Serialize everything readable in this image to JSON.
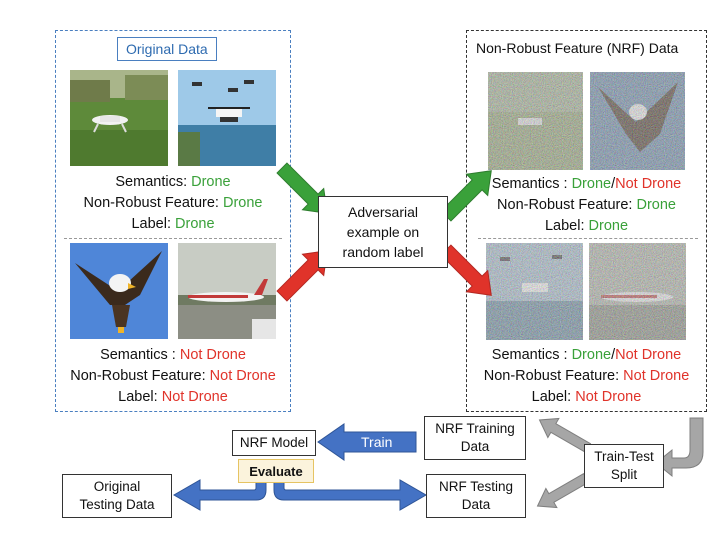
{
  "original": {
    "title": "Original Data",
    "top": {
      "semantics_label": "Semantics: ",
      "semantics_value": "Drone",
      "nrf_label": "Non-Robust Feature: ",
      "nrf_value": "Drone",
      "label_label": "Label: ",
      "label_value": "Drone"
    },
    "bottom": {
      "semantics_label": "Semantics : ",
      "semantics_value": "Not Drone",
      "nrf_label": "Non-Robust Feature: ",
      "nrf_value": "Not Drone",
      "label_label": "Label: ",
      "label_value": "Not Drone"
    }
  },
  "nrf": {
    "title": "Non-Robust Feature (NRF) Data",
    "top": {
      "semantics_label": "Semantics : ",
      "semantics_value_a": "Drone",
      "slash": "/",
      "semantics_value_b": "Not Drone",
      "nrf_label": "Non-Robust Feature: ",
      "nrf_value": "Drone",
      "label_label": "Label: ",
      "label_value": "Drone"
    },
    "bottom": {
      "semantics_label": "Semantics : ",
      "semantics_value_a": "Drone",
      "slash": "/",
      "semantics_value_b": "Not Drone",
      "nrf_label": "Non-Robust Feature: ",
      "nrf_value": "Not Drone",
      "label_label": "Label: ",
      "label_value": "Not Drone"
    }
  },
  "center_box": {
    "line1": "Adversarial",
    "line2": "example on",
    "line3": "random label"
  },
  "flow": {
    "nrf_model": "NRF Model",
    "train": "Train",
    "nrf_training_line1": "NRF Training",
    "nrf_training_line2": "Data",
    "train_test_line1": "Train-Test",
    "train_test_line2": "Split",
    "evaluate": "Evaluate",
    "original_testing_line1": "Original",
    "original_testing_line2": "Testing Data",
    "nrf_testing_line1": "NRF Testing",
    "nrf_testing_line2": "Data"
  },
  "colors": {
    "green": "#3aa13a",
    "red": "#e0332a",
    "blue_arrow": "#4472c4",
    "gray_arrow": "#a6a6a6",
    "left_border": "#4a7fc0"
  },
  "icons": [
    "drone-photo",
    "drone-flying-photo",
    "eagle-photo",
    "airplane-photo",
    "noisy-drone-photo",
    "noisy-eagle-photo",
    "noisy-drone-sea-photo",
    "noisy-airplane-photo"
  ]
}
